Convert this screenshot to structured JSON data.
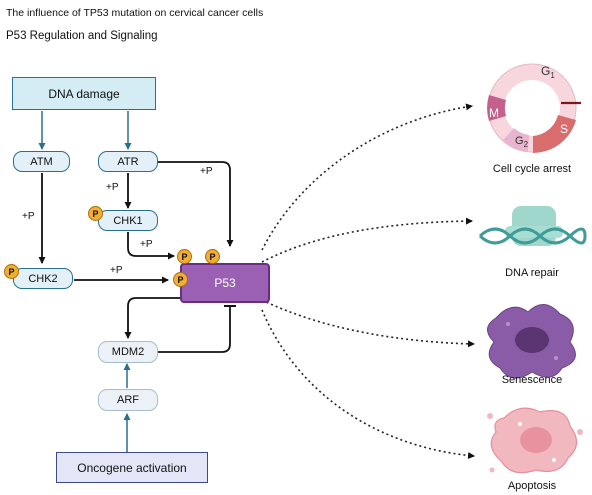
{
  "header": {
    "title": "The influence of TP53 mutation on cervical cancer cells",
    "subtitle": "P53 Regulation and Signaling"
  },
  "nodes": {
    "dna_damage": "DNA damage",
    "atm": "ATM",
    "atr": "ATR",
    "chk1": "CHK1",
    "chk2": "CHK2",
    "p53": "P53",
    "mdm2": "MDM2",
    "arf": "ARF",
    "oncogene": "Oncogene activation"
  },
  "phospho": {
    "badge": "P",
    "label": "+P"
  },
  "outcomes": {
    "cell_cycle_arrest": "Cell cycle arrest",
    "dna_repair": "DNA repair",
    "senescence": "Senescence",
    "apoptosis": "Apoptosis"
  },
  "cell_cycle_phases": {
    "g1": {
      "letter": "G",
      "sub": "1"
    },
    "g2": {
      "letter": "G",
      "sub": "2"
    },
    "m": "M",
    "s": "S"
  },
  "colors": {
    "pathway_blue": "#2a6f8c",
    "arrow_black": "#111111",
    "p53_purple": "#9960b3",
    "phospho_orange": "#f2ad32",
    "cell_cycle_pink": "#f7d7dd",
    "dna_repair_teal": "#8fd0c4",
    "senescence_purple": "#8a5ca8",
    "apoptosis_pink": "#f2b8c0"
  }
}
